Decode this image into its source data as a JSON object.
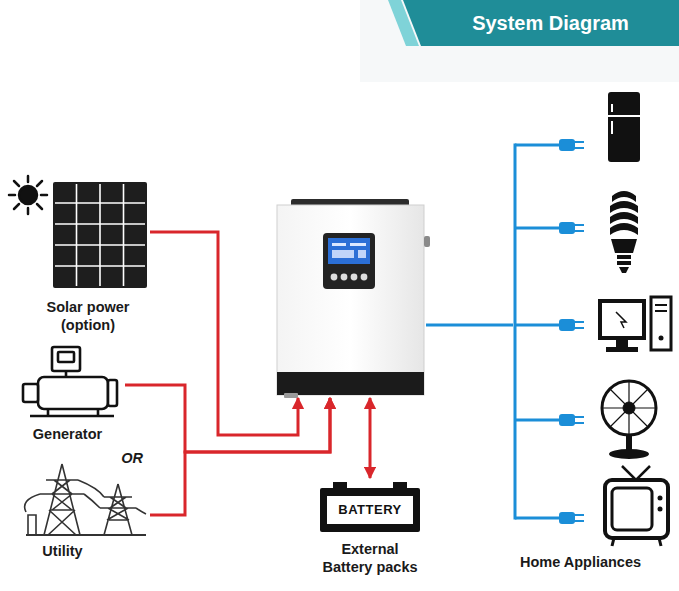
{
  "diagram": {
    "title": "System Diagram",
    "nodes": [
      {
        "text": [
          "Solar power (option)"
        ]
      },
      {
        "text": [
          "Generator"
        ]
      },
      {
        "text": [
          "Utility"
        ]
      },
      {
        "text": []
      },
      {
        "text": [
          "BATTERY",
          "External Battery packs"
        ]
      },
      {
        "text": [
          "Home Appliances"
        ]
      }
    ],
    "edges": [
      {
        "from": 0,
        "to": 3,
        "arrow": "to"
      },
      {
        "from": 1,
        "to": 3,
        "arrow": "to"
      },
      {
        "from": 2,
        "to": 3,
        "arrow": "to"
      },
      {
        "from": 3,
        "to": 4,
        "arrow": "both"
      },
      {
        "from": 3,
        "to": 5,
        "arrow": "none"
      }
    ],
    "labels": [
      "OR"
    ]
  }
}
